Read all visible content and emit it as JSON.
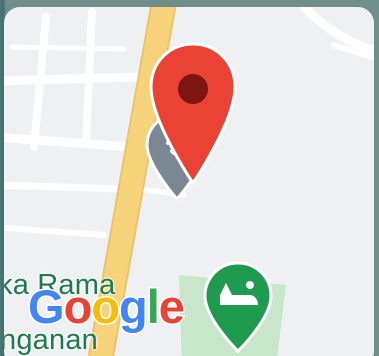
{
  "map": {
    "place_label_lines": [
      "ka Rama",
      "nganan"
    ],
    "attribution": {
      "letters": [
        "G",
        "o",
        "o",
        "g",
        "l",
        "e"
      ],
      "colors": [
        "#4285F4",
        "#EA4335",
        "#FBBC05",
        "#4285F4",
        "#34A853",
        "#EA4335"
      ]
    },
    "icons": {
      "primary_marker": "location-pin-icon",
      "secondary_marker": "gray-place-marker-icon",
      "poi_marker": "green-poi-icon"
    },
    "colors": {
      "background": "#eef0f1",
      "road": "#ffffff",
      "main_road": "#f6d27a",
      "park": "#c8e6c9",
      "pin": "#ea4335",
      "pin_dot": "#7d1512",
      "poi": "#1e9b4f",
      "label": "#1f7a4d"
    }
  }
}
